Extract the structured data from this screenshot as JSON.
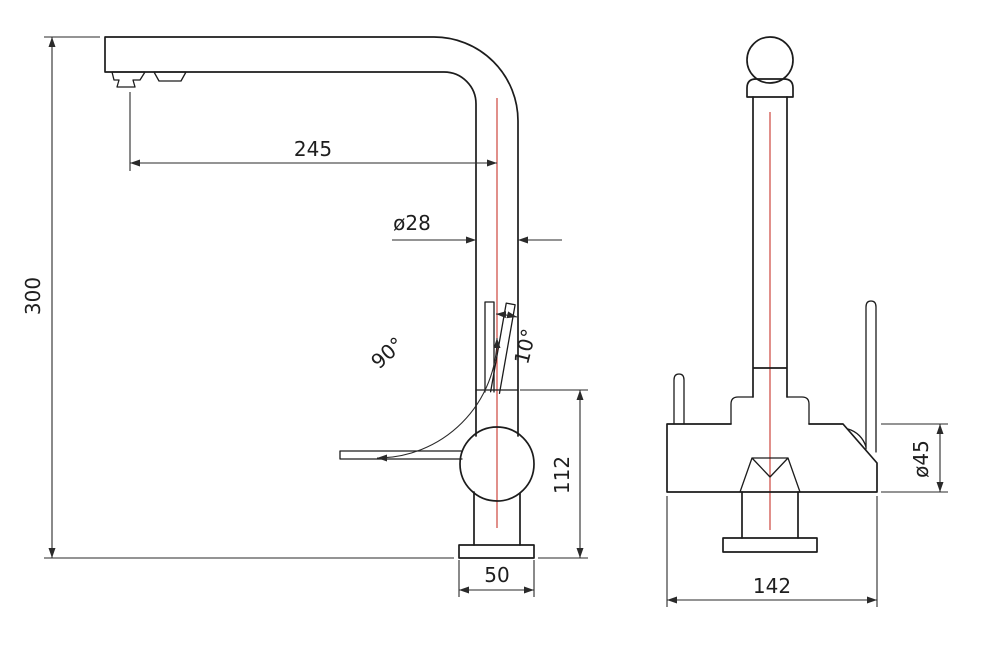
{
  "drawing": {
    "colors": {
      "line": "#1c1c1c",
      "dimension": "#2a2a2a",
      "centerline": "#c8342c",
      "background": "#ffffff"
    },
    "side_view": {
      "dims": {
        "spout_reach": "245",
        "overall_height": "300",
        "spout_diameter": "ø28",
        "lever_swing": "90°",
        "lever_tilt": "10°",
        "body_height": "112",
        "base_width": "50"
      }
    },
    "front_view": {
      "dims": {
        "body_width": "142",
        "body_diameter": "ø45"
      }
    }
  }
}
